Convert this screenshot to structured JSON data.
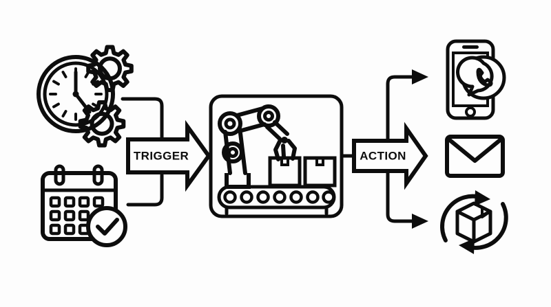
{
  "diagram": {
    "title": "Automation Trigger to Action Flow",
    "background_color": "#fdfdfd",
    "line_color": "#0d0d0d",
    "style": "black-and-white line art"
  },
  "labels": {
    "trigger": "TRIGGER",
    "action": "ACTION"
  },
  "inputs": [
    {
      "id": "clock-gears",
      "name": "clock-with-gears-icon",
      "description": "Stopwatch clock face with two cog wheels",
      "clock_hours_ticks": 12,
      "hand_positions": [
        "12",
        "4"
      ]
    },
    {
      "id": "calendar-check",
      "name": "calendar-check-icon",
      "description": "Wall calendar with check mark badge",
      "grid_columns": 4,
      "grid_rows": 3
    }
  ],
  "processor": {
    "id": "robot-conveyor",
    "name": "robot-arm-conveyor-icon",
    "description": "Robotic arm with gripper above a conveyor belt carrying boxes",
    "conveyor_rollers": 7,
    "boxes": 2
  },
  "outputs": [
    {
      "id": "phone-whatsapp",
      "name": "smartphone-whatsapp-icon",
      "description": "Smartphone with WhatsApp chat bubble"
    },
    {
      "id": "email",
      "name": "envelope-icon",
      "description": "Closed mail envelope"
    },
    {
      "id": "package-sync",
      "name": "package-sync-icon",
      "description": "Parcel box inside circular refresh arrows"
    }
  ],
  "connectors": [
    {
      "id": "clock-to-trigger",
      "name": "connector-clock-to-trigger",
      "from": "clock-gears",
      "to": "trigger"
    },
    {
      "id": "calendar-to-trigger",
      "name": "connector-calendar-to-trigger",
      "from": "calendar-check",
      "to": "trigger"
    },
    {
      "id": "trigger-to-robot",
      "name": "connector-trigger-to-robot",
      "from": "trigger",
      "to": "robot-conveyor"
    },
    {
      "id": "robot-to-action",
      "name": "connector-robot-to-action",
      "from": "robot-conveyor",
      "to": "action"
    },
    {
      "id": "action-to-phone",
      "name": "connector-action-to-phone",
      "from": "action",
      "to": "phone-whatsapp"
    },
    {
      "id": "action-to-email",
      "name": "connector-action-to-email",
      "from": "action",
      "to": "email"
    },
    {
      "id": "action-to-package",
      "name": "connector-action-to-package",
      "from": "action",
      "to": "package-sync"
    }
  ]
}
